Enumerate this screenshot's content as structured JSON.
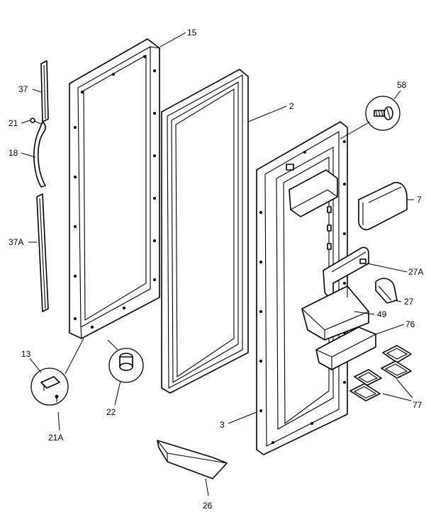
{
  "callouts": {
    "c15": "15",
    "c37": "37",
    "c21": "21",
    "c18": "18",
    "c37a": "37A",
    "c2": "2",
    "c58": "58",
    "c7": "7",
    "c27a": "27A",
    "c27": "27",
    "c49": "49",
    "c76": "76",
    "c77": "77",
    "c13": "13",
    "c21a": "21A",
    "c22": "22",
    "c3": "3",
    "c26": "26"
  },
  "colors": {
    "line": "#000000",
    "background": "#ffffff"
  }
}
